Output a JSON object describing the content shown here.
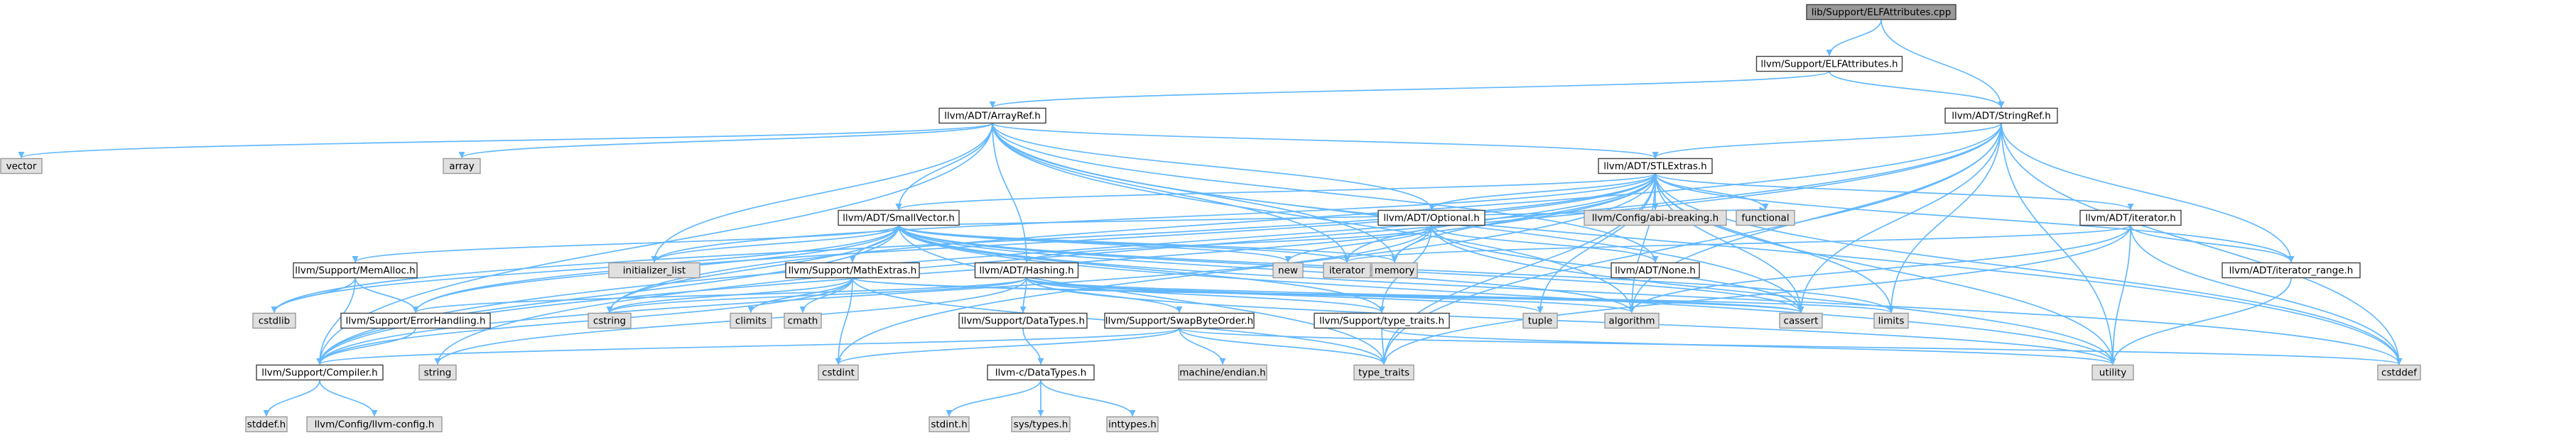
{
  "colors": {
    "edge": "#63b8ff",
    "node_fill": "#ffffff",
    "node_stroke": "#404040",
    "leaf_fill": "#e0e0e0",
    "leaf_stroke": "#999999",
    "root_fill": "#999999",
    "text": "#000000"
  },
  "nodes": [
    {
      "id": "root",
      "label": "lib/Support/ELFAttributes.cpp",
      "kind": "root"
    },
    {
      "id": "elfattr_h",
      "label": "llvm/Support/ELFAttributes.h",
      "kind": "normal"
    },
    {
      "id": "arrayref",
      "label": "llvm/ADT/ArrayRef.h",
      "kind": "normal"
    },
    {
      "id": "stringref",
      "label": "llvm/ADT/StringRef.h",
      "kind": "normal"
    },
    {
      "id": "vector",
      "label": "vector",
      "kind": "leaf"
    },
    {
      "id": "array",
      "label": "array",
      "kind": "leaf"
    },
    {
      "id": "stlextras",
      "label": "llvm/ADT/STLExtras.h",
      "kind": "normal"
    },
    {
      "id": "smallvector",
      "label": "llvm/ADT/SmallVector.h",
      "kind": "normal"
    },
    {
      "id": "optional",
      "label": "llvm/ADT/Optional.h",
      "kind": "normal"
    },
    {
      "id": "abibreak",
      "label": "llvm/Config/abi-breaking.h",
      "kind": "leaf"
    },
    {
      "id": "functional",
      "label": "functional",
      "kind": "leaf"
    },
    {
      "id": "iterator_h",
      "label": "llvm/ADT/iterator.h",
      "kind": "normal"
    },
    {
      "id": "initlist",
      "label": "initializer_list",
      "kind": "leaf"
    },
    {
      "id": "new",
      "label": "new",
      "kind": "leaf"
    },
    {
      "id": "iterator",
      "label": "iterator",
      "kind": "leaf"
    },
    {
      "id": "memory",
      "label": "memory",
      "kind": "leaf"
    },
    {
      "id": "none_h",
      "label": "llvm/ADT/None.h",
      "kind": "normal"
    },
    {
      "id": "iterrange",
      "label": "llvm/ADT/iterator_range.h",
      "kind": "normal"
    },
    {
      "id": "memalloc",
      "label": "llvm/Support/MemAlloc.h",
      "kind": "normal"
    },
    {
      "id": "mathextras",
      "label": "llvm/Support/MathExtras.h",
      "kind": "normal"
    },
    {
      "id": "hashing",
      "label": "llvm/ADT/Hashing.h",
      "kind": "normal"
    },
    {
      "id": "cstdlib",
      "label": "cstdlib",
      "kind": "leaf"
    },
    {
      "id": "errhandling",
      "label": "llvm/Support/ErrorHandling.h",
      "kind": "normal"
    },
    {
      "id": "climits",
      "label": "climits",
      "kind": "leaf"
    },
    {
      "id": "cmath",
      "label": "cmath",
      "kind": "leaf"
    },
    {
      "id": "cstring",
      "label": "cstring",
      "kind": "leaf"
    },
    {
      "id": "datatypes_h",
      "label": "llvm/Support/DataTypes.h",
      "kind": "normal"
    },
    {
      "id": "swapbyte",
      "label": "llvm/Support/SwapByteOrder.h",
      "kind": "normal"
    },
    {
      "id": "typetraits_h",
      "label": "llvm/Support/type_traits.h",
      "kind": "normal"
    },
    {
      "id": "tuple",
      "label": "tuple",
      "kind": "leaf"
    },
    {
      "id": "algorithm",
      "label": "algorithm",
      "kind": "leaf"
    },
    {
      "id": "cassert",
      "label": "cassert",
      "kind": "leaf"
    },
    {
      "id": "limits",
      "label": "limits",
      "kind": "leaf"
    },
    {
      "id": "compiler",
      "label": "llvm/Support/Compiler.h",
      "kind": "normal"
    },
    {
      "id": "string",
      "label": "string",
      "kind": "leaf"
    },
    {
      "id": "cstdint",
      "label": "cstdint",
      "kind": "leaf"
    },
    {
      "id": "cdatatypes",
      "label": "llvm-c/DataTypes.h",
      "kind": "normal"
    },
    {
      "id": "machendian",
      "label": "machine/endian.h",
      "kind": "leaf"
    },
    {
      "id": "typetraits",
      "label": "type_traits",
      "kind": "leaf"
    },
    {
      "id": "utility",
      "label": "utility",
      "kind": "leaf"
    },
    {
      "id": "cstddef",
      "label": "cstddef",
      "kind": "leaf"
    },
    {
      "id": "stddef",
      "label": "stddef.h",
      "kind": "leaf"
    },
    {
      "id": "llvmconfig",
      "label": "llvm/Config/llvm-config.h",
      "kind": "leaf"
    },
    {
      "id": "stdint",
      "label": "stdint.h",
      "kind": "leaf"
    },
    {
      "id": "systypes",
      "label": "sys/types.h",
      "kind": "leaf"
    },
    {
      "id": "inttypes",
      "label": "inttypes.h",
      "kind": "leaf"
    }
  ],
  "edges": [
    [
      "root",
      "elfattr_h"
    ],
    [
      "root",
      "stringref"
    ],
    [
      "elfattr_h",
      "arrayref"
    ],
    [
      "elfattr_h",
      "stringref"
    ],
    [
      "arrayref",
      "vector"
    ],
    [
      "arrayref",
      "array"
    ],
    [
      "arrayref",
      "initlist"
    ],
    [
      "arrayref",
      "stlextras"
    ],
    [
      "arrayref",
      "smallvector"
    ],
    [
      "arrayref",
      "hashing"
    ],
    [
      "arrayref",
      "none_h"
    ],
    [
      "arrayref",
      "optional"
    ],
    [
      "arrayref",
      "compiler"
    ],
    [
      "arrayref",
      "algorithm"
    ],
    [
      "arrayref",
      "cassert"
    ],
    [
      "arrayref",
      "cstddef"
    ],
    [
      "arrayref",
      "iterator"
    ],
    [
      "arrayref",
      "memory"
    ],
    [
      "stringref",
      "stlextras"
    ],
    [
      "stringref",
      "iterrange"
    ],
    [
      "stringref",
      "compiler"
    ],
    [
      "stringref",
      "algorithm"
    ],
    [
      "stringref",
      "cassert"
    ],
    [
      "stringref",
      "cstddef"
    ],
    [
      "stringref",
      "cstring"
    ],
    [
      "stringref",
      "limits"
    ],
    [
      "stringref",
      "string"
    ],
    [
      "stringref",
      "typetraits"
    ],
    [
      "stringref",
      "utility"
    ],
    [
      "stlextras",
      "optional"
    ],
    [
      "stlextras",
      "abibreak"
    ],
    [
      "stlextras",
      "functional"
    ],
    [
      "stlextras",
      "iterator_h"
    ],
    [
      "stlextras",
      "iterrange"
    ],
    [
      "stlextras",
      "errhandling"
    ],
    [
      "stlextras",
      "compiler"
    ],
    [
      "stlextras",
      "algorithm"
    ],
    [
      "stlextras",
      "cassert"
    ],
    [
      "stlextras",
      "cstddef"
    ],
    [
      "stlextras",
      "cstdint"
    ],
    [
      "stlextras",
      "cstdlib"
    ],
    [
      "stlextras",
      "initlist"
    ],
    [
      "stlextras",
      "iterator"
    ],
    [
      "stlextras",
      "limits"
    ],
    [
      "stlextras",
      "memory"
    ],
    [
      "stlextras",
      "tuple"
    ],
    [
      "stlextras",
      "typetraits"
    ],
    [
      "stlextras",
      "utility"
    ],
    [
      "stlextras",
      "smallvector"
    ],
    [
      "smallvector",
      "compiler"
    ],
    [
      "smallvector",
      "memalloc"
    ],
    [
      "smallvector",
      "mathextras"
    ],
    [
      "smallvector",
      "typetraits_h"
    ],
    [
      "smallvector",
      "algorithm"
    ],
    [
      "smallvector",
      "cassert"
    ],
    [
      "smallvector",
      "cstddef"
    ],
    [
      "smallvector",
      "cstdlib"
    ],
    [
      "smallvector",
      "cstring"
    ],
    [
      "smallvector",
      "functional"
    ],
    [
      "smallvector",
      "initlist"
    ],
    [
      "smallvector",
      "iterator"
    ],
    [
      "smallvector",
      "limits"
    ],
    [
      "smallvector",
      "memory"
    ],
    [
      "smallvector",
      "new"
    ],
    [
      "smallvector",
      "typetraits"
    ],
    [
      "smallvector",
      "utility"
    ],
    [
      "smallvector",
      "errhandling"
    ],
    [
      "optional",
      "hashing"
    ],
    [
      "optional",
      "none_h"
    ],
    [
      "optional",
      "compiler"
    ],
    [
      "optional",
      "typetraits_h"
    ],
    [
      "optional",
      "cassert"
    ],
    [
      "optional",
      "memory"
    ],
    [
      "optional",
      "new"
    ],
    [
      "optional",
      "utility"
    ],
    [
      "iterator_h",
      "iterrange"
    ],
    [
      "iterator_h",
      "algorithm"
    ],
    [
      "iterator_h",
      "cstddef"
    ],
    [
      "iterator_h",
      "iterator"
    ],
    [
      "iterator_h",
      "typetraits"
    ],
    [
      "iterator_h",
      "utility"
    ],
    [
      "iterrange",
      "utility"
    ],
    [
      "memalloc",
      "compiler"
    ],
    [
      "memalloc",
      "errhandling"
    ],
    [
      "memalloc",
      "cstdlib"
    ],
    [
      "mathextras",
      "compiler"
    ],
    [
      "mathextras",
      "cassert"
    ],
    [
      "mathextras",
      "climits"
    ],
    [
      "mathextras",
      "cmath"
    ],
    [
      "mathextras",
      "cstdint"
    ],
    [
      "mathextras",
      "cstring"
    ],
    [
      "mathextras",
      "limits"
    ],
    [
      "mathextras",
      "typetraits"
    ],
    [
      "hashing",
      "errhandling"
    ],
    [
      "hashing",
      "datatypes_h"
    ],
    [
      "hashing",
      "swapbyte"
    ],
    [
      "hashing",
      "typetraits_h"
    ],
    [
      "hashing",
      "algorithm"
    ],
    [
      "hashing",
      "cassert"
    ],
    [
      "hashing",
      "cstring"
    ],
    [
      "hashing",
      "string"
    ],
    [
      "hashing",
      "tuple"
    ],
    [
      "hashing",
      "utility"
    ],
    [
      "errhandling",
      "compiler"
    ],
    [
      "datatypes_h",
      "cdatatypes"
    ],
    [
      "swapbyte",
      "compiler"
    ],
    [
      "swapbyte",
      "cstddef"
    ],
    [
      "swapbyte",
      "cstdint"
    ],
    [
      "swapbyte",
      "typetraits"
    ],
    [
      "swapbyte",
      "machendian"
    ],
    [
      "typetraits_h",
      "typetraits"
    ],
    [
      "typetraits_h",
      "utility"
    ],
    [
      "compiler",
      "stddef"
    ],
    [
      "compiler",
      "llvmconfig"
    ],
    [
      "cdatatypes",
      "stdint"
    ],
    [
      "cdatatypes",
      "systypes"
    ],
    [
      "cdatatypes",
      "inttypes"
    ]
  ]
}
